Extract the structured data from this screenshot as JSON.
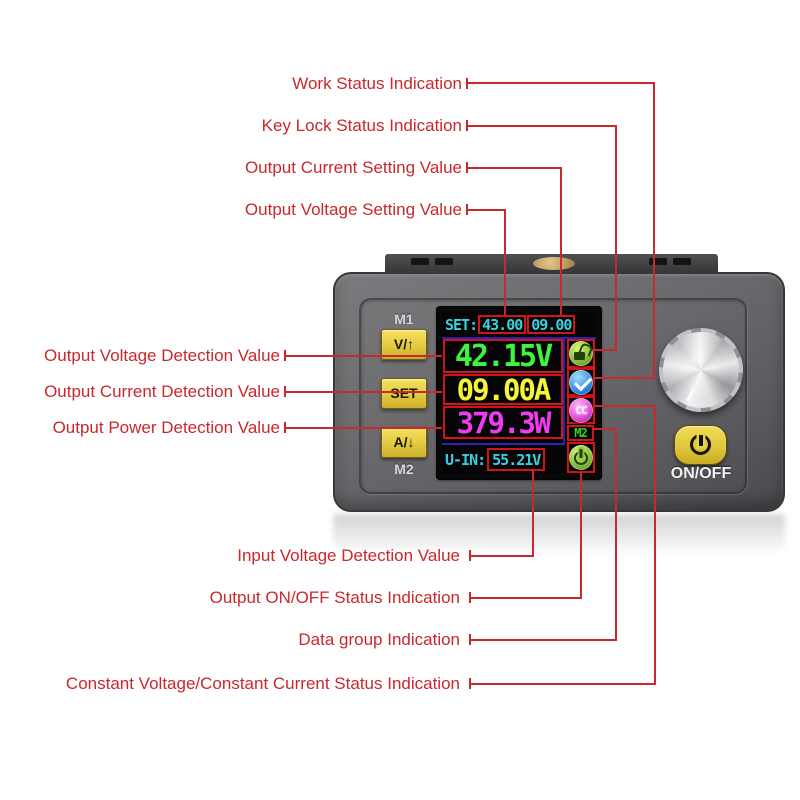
{
  "colors": {
    "annotation_red": "#c9282c",
    "lcd_box_red": "#d41414",
    "lcd_cyan": "#38d2de",
    "lcd_green": "#3df53d",
    "lcd_yellow": "#f5f535",
    "lcd_magenta": "#f03cf0",
    "lcd_blue_rule": "#2525b8",
    "button_yellow": "#e3c93e",
    "case_gray": "#5d5d61"
  },
  "annotations": {
    "top": [
      {
        "label": "Work Status Indication"
      },
      {
        "label": "Key Lock Status Indication"
      },
      {
        "label": "Output Current Setting Value"
      },
      {
        "label": "Output Voltage Setting Value"
      }
    ],
    "left": [
      {
        "label": "Output Voltage Detection Value"
      },
      {
        "label": "Output Current Detection Value"
      },
      {
        "label": "Output Power Detection Value"
      }
    ],
    "bottom": [
      {
        "label": "Input Voltage Detection Value"
      },
      {
        "label": "Output ON/OFF Status Indication"
      },
      {
        "label": "Data group Indication"
      },
      {
        "label": "Constant Voltage/Constant Current Status Indication"
      }
    ]
  },
  "device": {
    "buttons": {
      "m1_label": "M1",
      "voltage_up": "V/↑",
      "set": "SET",
      "current_down": "A/↓",
      "m2_label": "M2",
      "on_off_label": "ON/OFF"
    },
    "display": {
      "set_prefix": "SET:",
      "voltage_setting": "43.00",
      "current_setting": "09.00",
      "output_voltage": "42.15V",
      "output_current": "09.00A",
      "output_power": "379.3W",
      "input_label": "U-IN:",
      "input_voltage": "55.21V",
      "data_group": "M2",
      "cc_badge": "CC"
    },
    "icons": {
      "key_lock": "unlock-icon",
      "work_status": "check-icon",
      "cv_cc": "cc-badge-icon",
      "output_state": "power-icon"
    }
  }
}
